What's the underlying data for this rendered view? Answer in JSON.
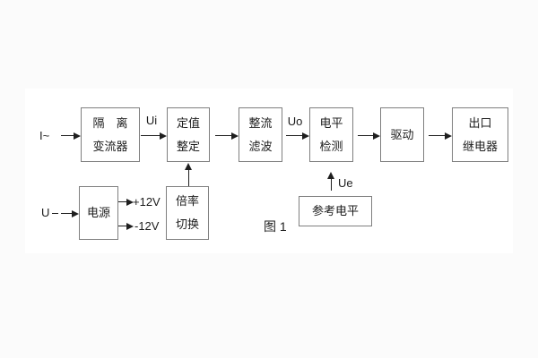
{
  "caption": "图 1",
  "labels": {
    "input_current": "I~",
    "input_voltage": "U",
    "signal_ui": "Ui",
    "signal_uo": "Uo",
    "signal_ue": "Ue",
    "rail_positive": "+12V",
    "rail_negative": "-12V"
  },
  "blocks": {
    "isolation": {
      "line1": "隔　离",
      "line2": "变流器"
    },
    "setpoint": {
      "line1": "定值",
      "line2": "整定"
    },
    "rectifier": {
      "line1": "整流",
      "line2": "滤波"
    },
    "level_detect": {
      "line1": "电平",
      "line2": "检测"
    },
    "drive": {
      "line1": "驱动"
    },
    "output_relay": {
      "line1": "出口",
      "line2": "继电器"
    },
    "power": {
      "line1": "电源"
    },
    "multiplier": {
      "line1": "倍率",
      "line2": "切换"
    },
    "reference": {
      "line1": "参考电平"
    }
  },
  "colors": {
    "line": "#1f1f1f",
    "border": "#7f7f7f",
    "text": "#1c1c1c",
    "background": "#fbfbfb",
    "page": "#ffffff"
  }
}
